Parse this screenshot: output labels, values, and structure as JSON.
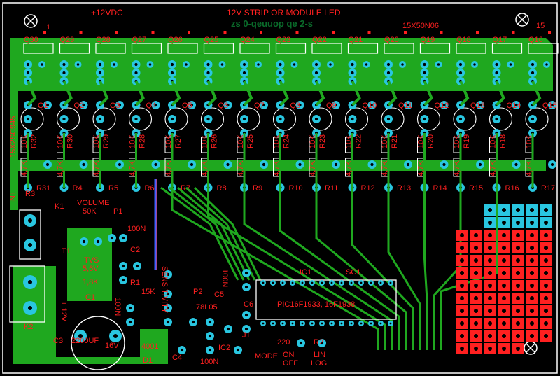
{
  "board": {
    "title": "12V STRIP OR MODULE LED",
    "mirror_title": "12V strip or module LED",
    "mirror_sub": "zs 0-qeuuop qe 2-s",
    "supply": "+12VDC",
    "mosfet_note": "15X50N06",
    "mosfet_first": "1",
    "mosfet_last": "15",
    "transistor_note": "15X2SC945",
    "in_label": "IN+",
    "volume": "VOLUME",
    "vol_value": "50K",
    "p1": "P1",
    "k1": "K1",
    "k2": "K2",
    "r3": "R3",
    "t1": "T1",
    "tvs": "TVS",
    "tvs_v": "5,6V",
    "r_1k8": "1,8K",
    "c1": "C1",
    "c2": "C2",
    "cap_100n_a": "100N",
    "cap_100n_b": "100N",
    "cap_100n_c": "100N",
    "cap_100n_d": "100N",
    "r1": "R1",
    "v12": "+ 12V",
    "c3": "C3",
    "c3_val": "2200UF",
    "c3_v": "16V",
    "d1": "D1",
    "d1_val": "4001",
    "c4": "C4",
    "ic2": "IC2",
    "ic2_val": "78L05",
    "p2": "P2",
    "p2_val": "15K",
    "sensitivity": "SENSITIVITY",
    "c5": "C5",
    "c6": "C6",
    "ic1": "IC1",
    "ic1_val": "PIC16F1933, 16F1938",
    "sc1": "SC1",
    "j1": "J1",
    "mode": "MODE",
    "r2": "R2",
    "r2_val": "220",
    "on": "ON",
    "lin": "LIN",
    "off": "OFF",
    "log": "LOG",
    "r_label_5v": "5V"
  },
  "mosfets": [
    "Q30",
    "Q29",
    "Q28",
    "Q27",
    "Q26",
    "Q25",
    "Q24",
    "Q23",
    "Q22",
    "Q21",
    "Q20",
    "Q19",
    "Q18",
    "Q17",
    "Q16"
  ],
  "transistors": [
    "Q1",
    "Q2",
    "Q3",
    "Q4",
    "Q5",
    "Q6",
    "Q7",
    "Q8",
    "Q9",
    "Q10",
    "Q11",
    "Q12",
    "Q13",
    "Q14",
    "Q15"
  ],
  "res_10k": [
    "R32",
    "R30",
    "R29",
    "R28",
    "R27",
    "R26",
    "R25",
    "R24",
    "R23",
    "R22",
    "R21",
    "R20",
    "R19",
    "R18",
    ""
  ],
  "res_10k_val": "10K",
  "res_47k_val": "4,7K",
  "res_47k": [
    "R31",
    "R4",
    "R5",
    "R6",
    "R7",
    "R8",
    "R9",
    "R10",
    "R11",
    "R12",
    "R13",
    "R14",
    "R15",
    "R16",
    "R17"
  ]
}
